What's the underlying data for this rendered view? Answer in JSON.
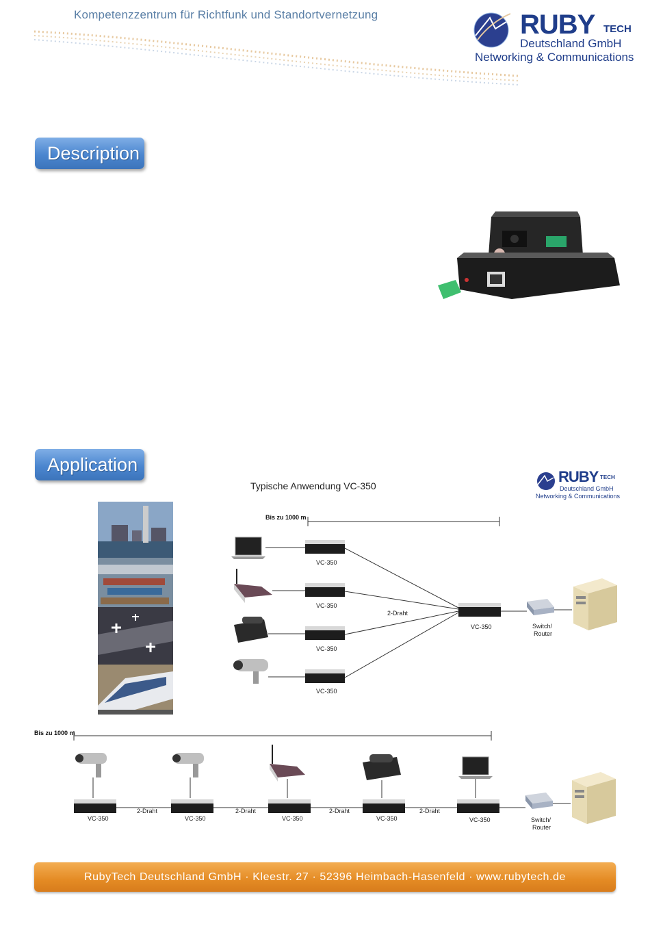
{
  "header": {
    "tagline": "Kompetenzzentrum für Richtfunk und Standortvernetzung",
    "logo_ruby": "RUBY",
    "logo_tech": "TECH",
    "logo_line1": "Deutschland GmbH",
    "logo_line2": "Networking & Communications"
  },
  "sections": {
    "description": "Description",
    "application": "Application"
  },
  "diagram": {
    "title": "Typische Anwendung VC-350",
    "logo_ruby": "RUBY",
    "logo_tech": "TECH",
    "logo_line1": "Deutschland GmbH",
    "logo_line2": "Networking & Communications",
    "distance_label": "Bis zu 1000 m",
    "device_label": "VC-350",
    "wire_label": "2-Draht",
    "switch_line1": "Switch/",
    "switch_line2": "Router"
  },
  "footer": {
    "address": "RubyTech Deutschland GmbH · Kleestr. 27 · 52396 Heimbach-Hasenfeld · www.rubytech.de"
  },
  "colors": {
    "accent_blue": "#4b86cf",
    "brand_navy": "#1f3d8a",
    "footer_orange": "#e48b24"
  }
}
